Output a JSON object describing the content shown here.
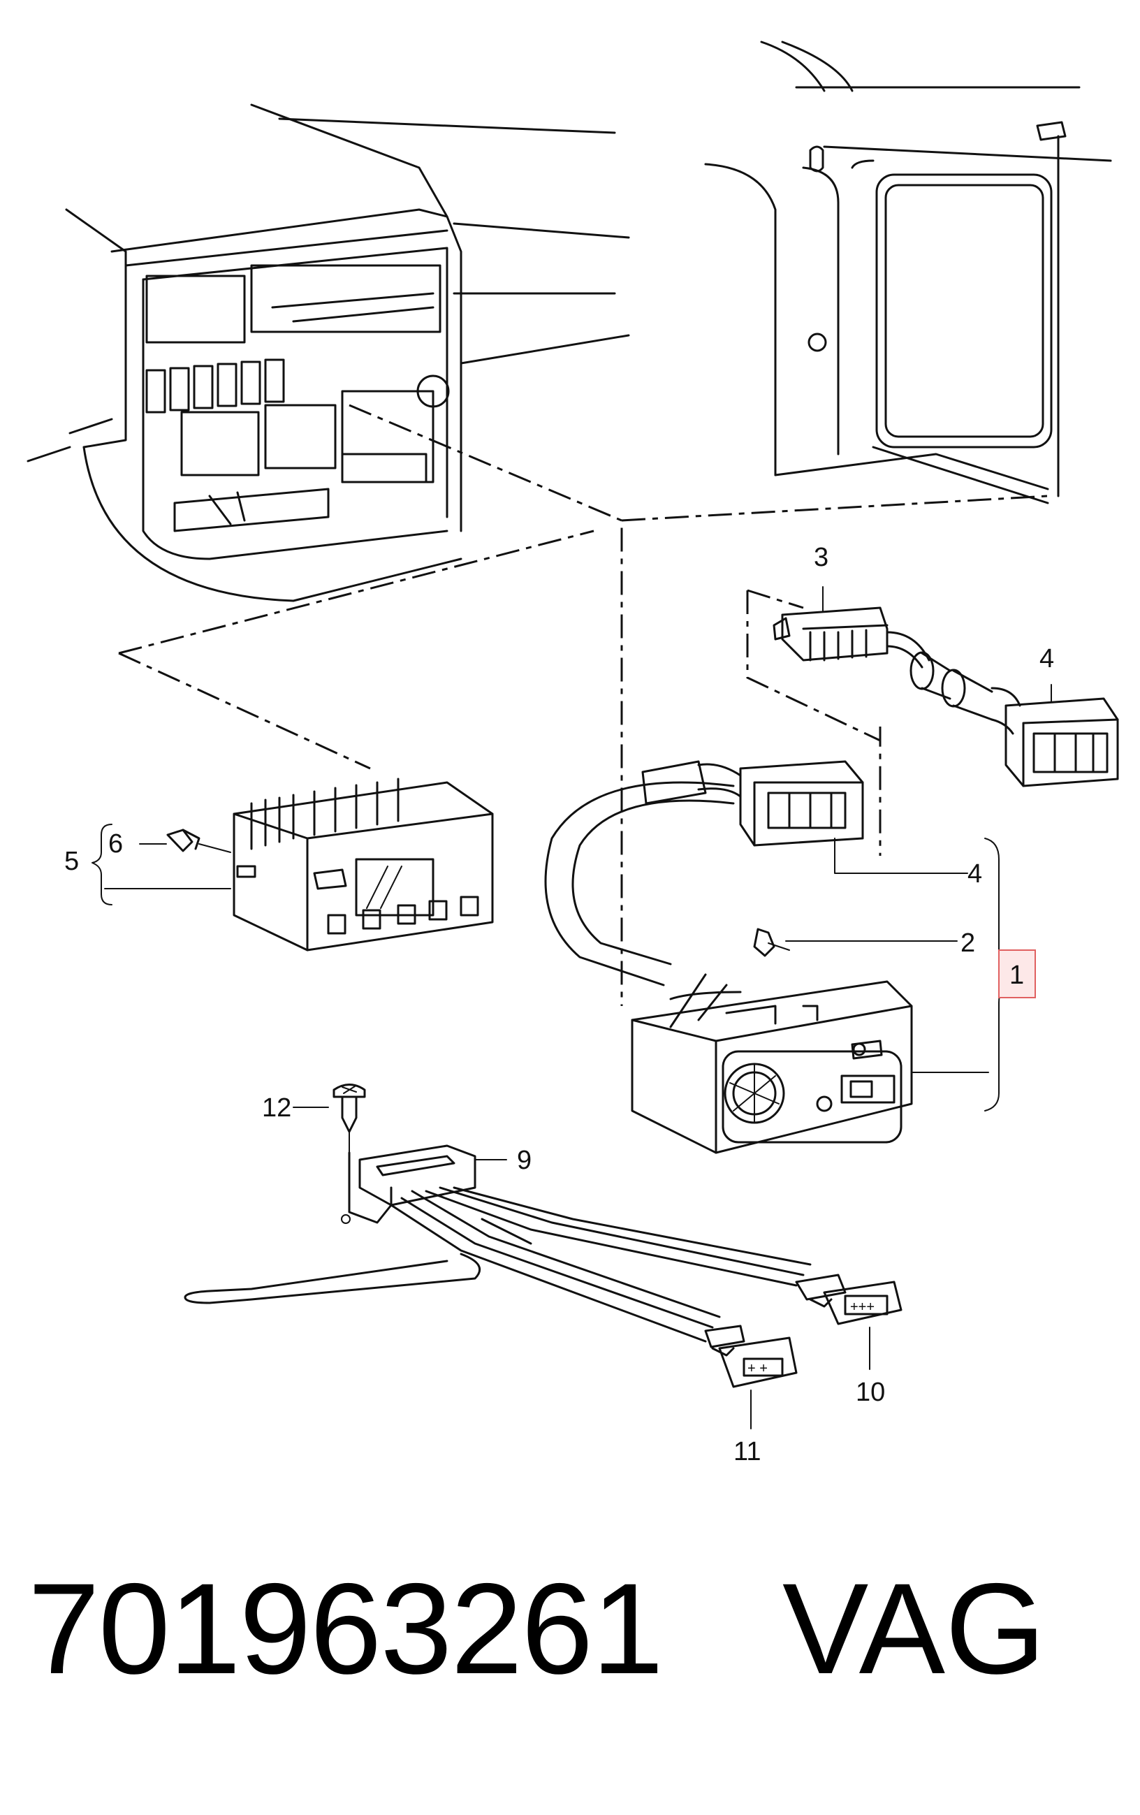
{
  "callouts": {
    "c1": "1",
    "c2": "2",
    "c3": "3",
    "c4a": "4",
    "c4b": "4",
    "c5": "5",
    "c6": "6",
    "c9": "9",
    "c10": "10",
    "c11": "11",
    "c12": "12"
  },
  "footer": {
    "part_number": "701963261",
    "brand": "VAG"
  },
  "colors": {
    "line": "#111111",
    "highlight_border": "#e06060",
    "highlight_fill": "#fde8e8"
  }
}
